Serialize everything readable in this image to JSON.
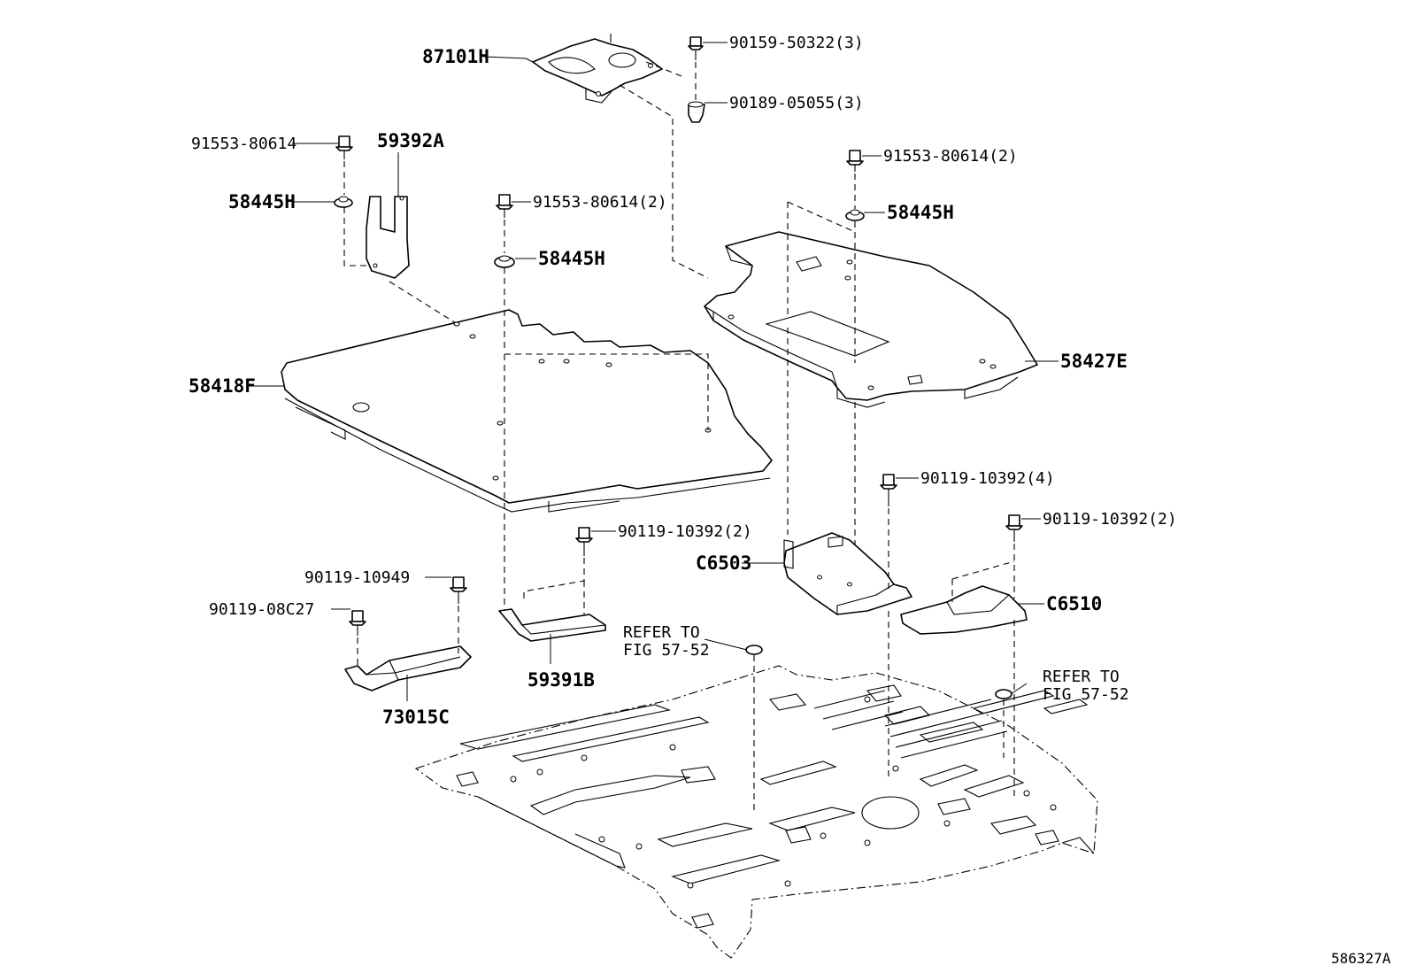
{
  "diagram_id": "586327A",
  "labels": {
    "p87101H": "87101H",
    "p90159": "90159-50322(3)",
    "p90189": "90189-05055(3)",
    "p91553_a": "91553-80614",
    "p59392A": "59392A",
    "p58445H_a": "58445H",
    "p91553_b": "91553-80614(2)",
    "p58445H_b": "58445H",
    "p91553_c": "91553-80614(2)",
    "p58445H_c": "58445H",
    "p58418F": "58418F",
    "p58427E": "58427E",
    "p90119_10392_4": "90119-10392(4)",
    "p90119_10392_2a": "90119-10392(2)",
    "p90119_10392_2b": "90119-10392(2)",
    "pC6503": "C6503",
    "pC6510": "C6510",
    "p90119_10949": "90119-10949",
    "p90119_08C27": "90119-08C27",
    "p59391B": "59391B",
    "p73015C": "73015C",
    "refer1_line1": "REFER TO",
    "refer1_line2": "FIG 57-52",
    "refer2_line1": "REFER TO",
    "refer2_line2": "FIG 57-52"
  }
}
